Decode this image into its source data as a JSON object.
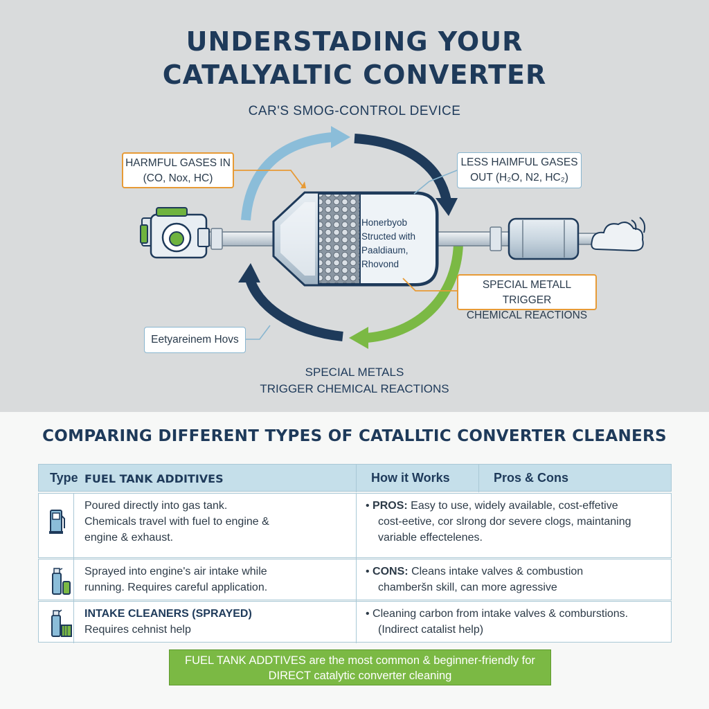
{
  "header": {
    "title_line1": "UNDERSTADING YOUR",
    "title_line2": "CATALYALTIC CONVERTER",
    "subtitle": "CAR'S SMOG-CONTROL DEVICE"
  },
  "diagram": {
    "callout_in_line1": "HARMFUL GASES IN",
    "callout_in_line2": "(CO, Nox, HC)",
    "callout_out_line1": "LESS HAIMFUL GASES",
    "callout_out_line2": "OUT (H₂O, N2, HC₂)",
    "callout_metal_line1": "SPECIAL METALL TRIGGER",
    "callout_metal_line2": "CHEMICAL REACTIONS",
    "callout_left": "Eetyareinem Hovs",
    "converter_line1": "Honerbyob",
    "converter_line2": "Structed with",
    "converter_line3": "Paaldiaum,",
    "converter_line4": "Rhovond",
    "caption_line1": "SPECIAL METALS",
    "caption_line2": "TRIGGER CHEMICAL REACTIONS"
  },
  "section": {
    "title": "COMPARING DIFFERENT TYPES OF CATALLTIC CONVERTER CLEANERS"
  },
  "table": {
    "headers": {
      "type": "Type",
      "col1": "FUEL TANK ADDITIVES",
      "col2": "How it Works",
      "col3": "Pros & Cons"
    },
    "rows": [
      {
        "icon": "gas-pump-icon",
        "left_line1": "Poured directly into gas tank.",
        "left_line2": "Chemicals travel with fuel to engine &",
        "left_line3": "engine & exhaust.",
        "right_label": "PROS:",
        "right_line1": "Easy to use, widely available, cost-effetive",
        "right_line2": "cost-eetive, cor slrong dor severe clogs, maintaning",
        "right_line3": "variable effectelenes."
      },
      {
        "icon": "spray-bottle-icon",
        "left_line1": "Sprayed into engine's air intake while",
        "left_line2": "running. Requires careful application.",
        "right_label": "CONS:",
        "right_line1": "Cleans intake valves & combustion",
        "right_line2": "chamberšn skill, can more agressive"
      },
      {
        "icon": "spray-brush-icon",
        "left_title": "INTAKE CLEANERS (SPRAYED)",
        "left_line1": "Requires cehnist help",
        "right_line1": "Cleaning carbon from intake valves & comburstions.",
        "right_line2": "(Indirect catalist help)"
      }
    ]
  },
  "banner": {
    "line1": "FUEL TANK ADDTIVES are the most common & beginner-friendly for",
    "line2": "DIRECT catalytic converter cleaning"
  },
  "colors": {
    "navy": "#1e3a5a",
    "light_blue": "#8bbdd9",
    "green": "#7bb944",
    "orange": "#e79a35"
  }
}
